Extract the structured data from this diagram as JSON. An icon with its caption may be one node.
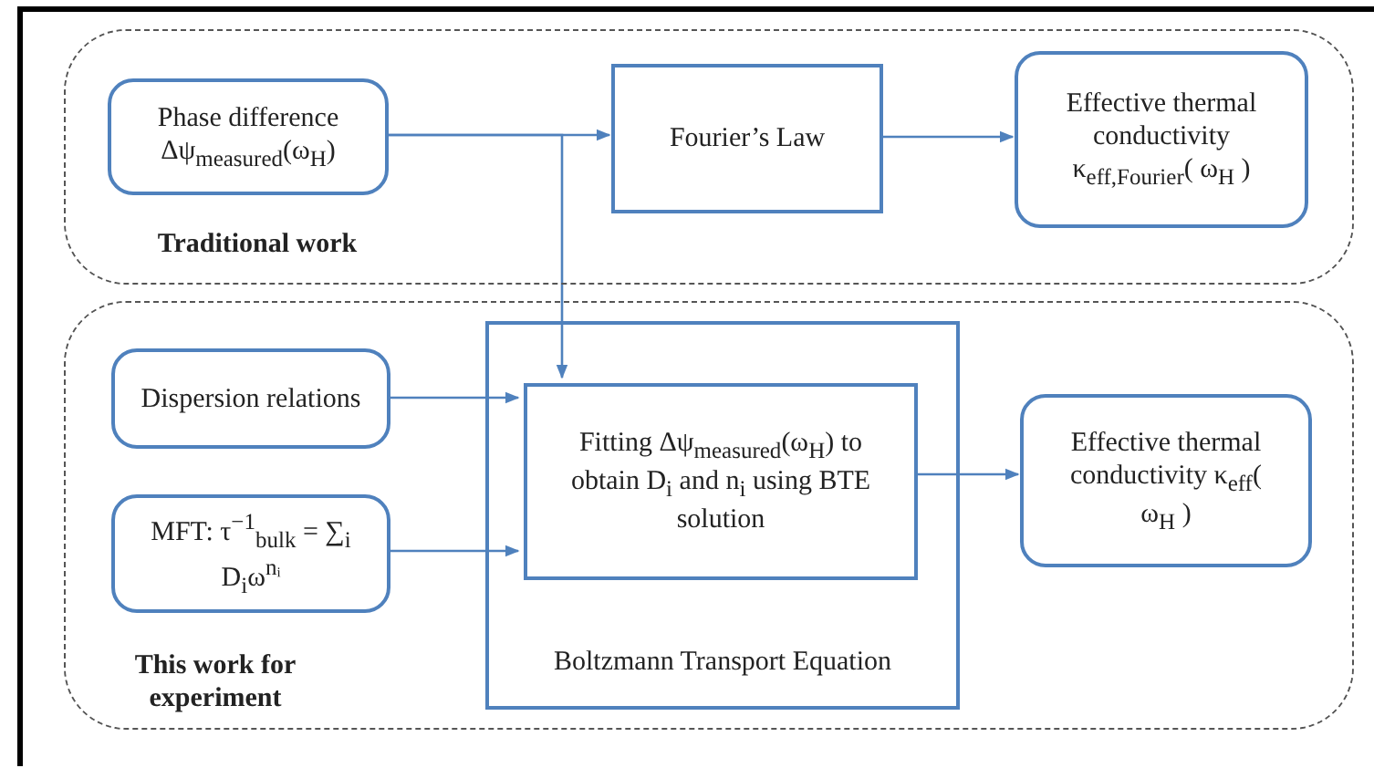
{
  "diagram": {
    "nodes": [
      {
        "text": [
          "Traditional work"
        ]
      },
      {
        "text": [
          "Phase difference Δψ$_{measured}$(ω$_{H}$)"
        ],
        "in": 0
      },
      {
        "text": [
          "Fourier’s Law"
        ],
        "in": 0
      },
      {
        "text": [
          "Effective thermal conductivity κ$_{eff,Fourier}$( ω$_{H}$ )"
        ],
        "in": 0
      },
      {
        "text": [
          "This work for experiment"
        ]
      },
      {
        "text": [
          "Dispersion relations"
        ],
        "in": 4
      },
      {
        "text": [
          "MFT: τ$^{−1}$$_{bulk}$ = ∑$_{i}$ D$_{i}$ω$^{nᵢ}$"
        ],
        "in": 4
      },
      {
        "text": [
          "Boltzmann Transport Equation"
        ],
        "in": 4
      },
      {
        "text": [
          "Fitting Δψ$_{measured}$(ω$_{H}$) to obtain D$_{i}$ and n$_{i}$ using BTE solution"
        ],
        "in": 7
      },
      {
        "text": [
          "Effective thermal conductivity κ$_{eff}$( ω$_{H}$ )"
        ],
        "in": 4
      }
    ],
    "edges": [
      {
        "from": 1,
        "to": 2,
        "arrow": "to"
      },
      {
        "from": 2,
        "to": 3,
        "arrow": "to"
      },
      {
        "from": 1,
        "to": 8,
        "arrow": "to"
      },
      {
        "from": 5,
        "to": 8,
        "arrow": "to"
      },
      {
        "from": 6,
        "to": 8,
        "arrow": "to"
      },
      {
        "from": 8,
        "to": 9,
        "arrow": "to"
      }
    ]
  }
}
